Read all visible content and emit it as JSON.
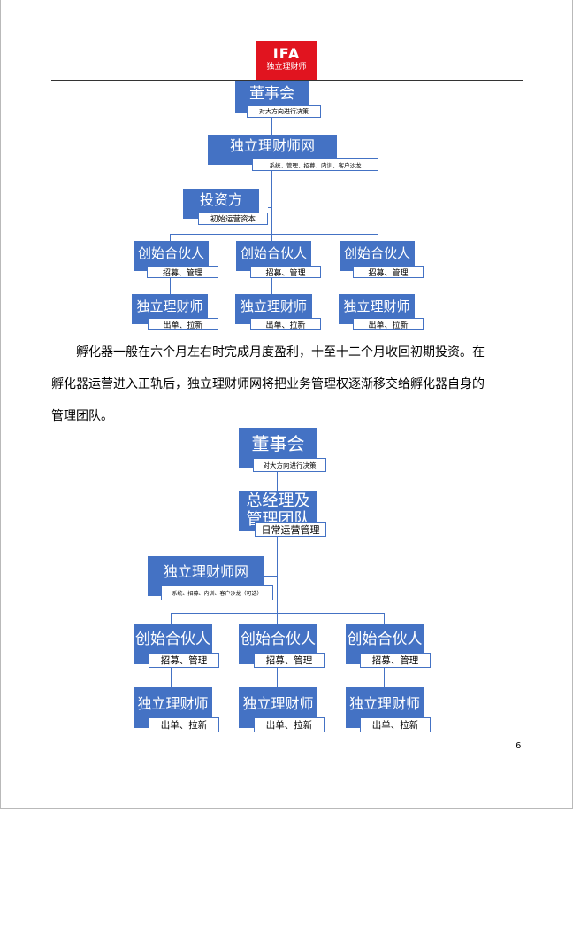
{
  "logo": {
    "line1": "IFA",
    "line2": "独立理财师"
  },
  "chart1": {
    "board": {
      "title": "董事会",
      "note": "对大方向进行决策"
    },
    "network": {
      "title": "独立理财师网",
      "note": "系统、管理、招募、内训、客户沙龙"
    },
    "investor": {
      "title": "投资方",
      "note": "初始运营资本"
    },
    "partners": [
      {
        "title": "创始合伙人",
        "note": "招募、管理"
      },
      {
        "title": "创始合伙人",
        "note": "招募、管理"
      },
      {
        "title": "创始合伙人",
        "note": "招募、管理"
      }
    ],
    "planners": [
      {
        "title": "独立理财师",
        "note": "出单、拉新"
      },
      {
        "title": "独立理财师",
        "note": "出单、拉新"
      },
      {
        "title": "独立理财师",
        "note": "出单、拉新"
      }
    ]
  },
  "paragraph": {
    "line1": "孵化器一般在六个月左右时完成月度盈利，十至十二个月收回初期投资。在",
    "line2": "孵化器运营进入正轨后，独立理财师网将把业务管理权逐渐移交给孵化器自身的",
    "line3": "管理团队。"
  },
  "chart2": {
    "board": {
      "title": "董事会",
      "note": "对大方向进行决策"
    },
    "gm": {
      "title_line1": "总经理及",
      "title_line2": "管理团队",
      "note": "日常运营管理"
    },
    "network": {
      "title": "独立理财师网",
      "note": "系统、招募、内训、客户沙龙（可选）"
    },
    "partners": [
      {
        "title": "创始合伙人",
        "note": "招募、管理"
      },
      {
        "title": "创始合伙人",
        "note": "招募、管理"
      },
      {
        "title": "创始合伙人",
        "note": "招募、管理"
      }
    ],
    "planners": [
      {
        "title": "独立理财师",
        "note": "出单、拉新"
      },
      {
        "title": "独立理财师",
        "note": "出单、拉新"
      },
      {
        "title": "独立理财师",
        "note": "出单、拉新"
      }
    ]
  },
  "page_number": "6"
}
